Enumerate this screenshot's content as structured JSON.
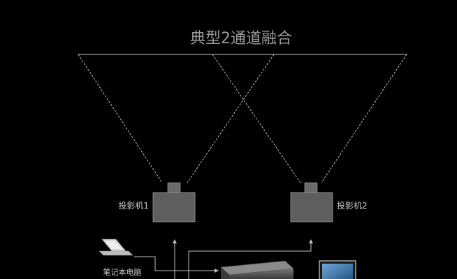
{
  "diagram": {
    "title": "典型2通道融合",
    "projector_1": {
      "label": "投影机1"
    },
    "projector_2": {
      "label": "投影机2"
    },
    "laptop": {
      "label": "笔记本电脑"
    },
    "colors": {
      "background": "#000000",
      "lines": "#bfbfbf",
      "projector_body": "#5e5e5e",
      "text": "#c8c8c8",
      "title": "#9a9a9a"
    }
  }
}
